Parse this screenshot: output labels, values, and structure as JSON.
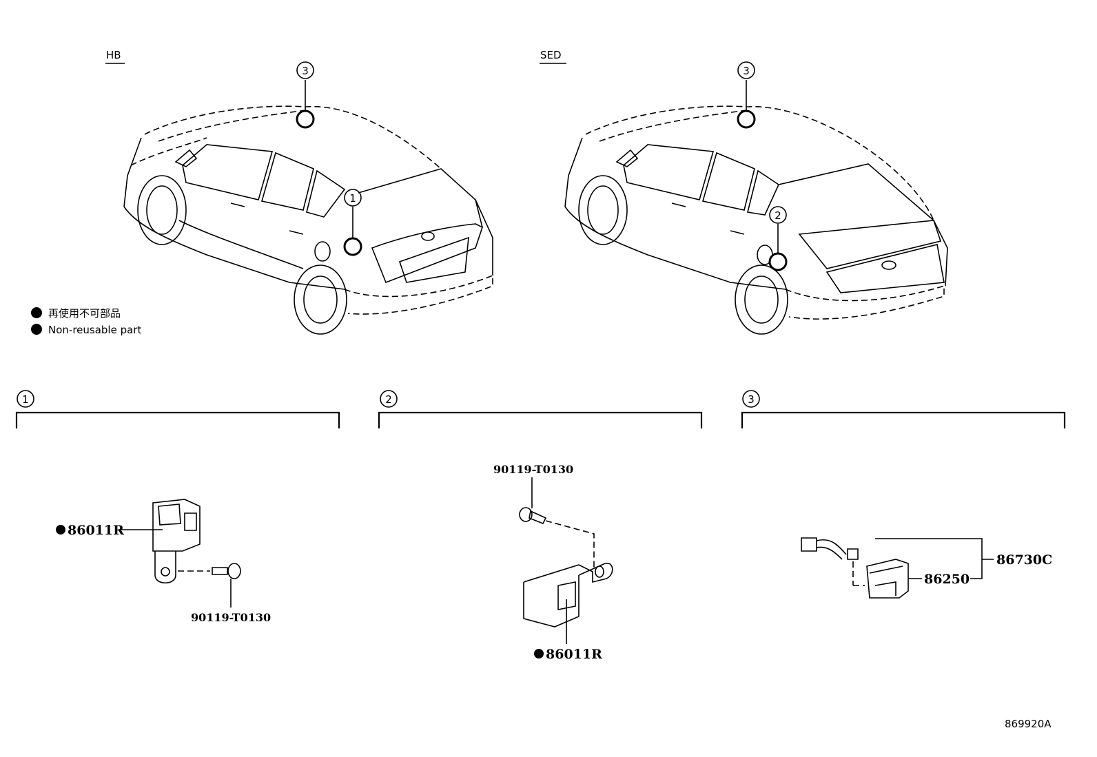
{
  "variants": {
    "hb": "HB",
    "sed": "SED"
  },
  "legend": {
    "jp": "再使用不可部品",
    "en": "Non-reusable part"
  },
  "callouts": {
    "c1": "1",
    "c2": "2",
    "c3": "3"
  },
  "parts": {
    "p1_bracket_sensor": "86011R",
    "p1_screw": "90119-T0130",
    "p2_screw": "90119-T0130",
    "p2_bracket_sensor": "86011R",
    "p3_assembly": "86730C",
    "p3_unit": "86250"
  },
  "diagram_id": "869920A"
}
